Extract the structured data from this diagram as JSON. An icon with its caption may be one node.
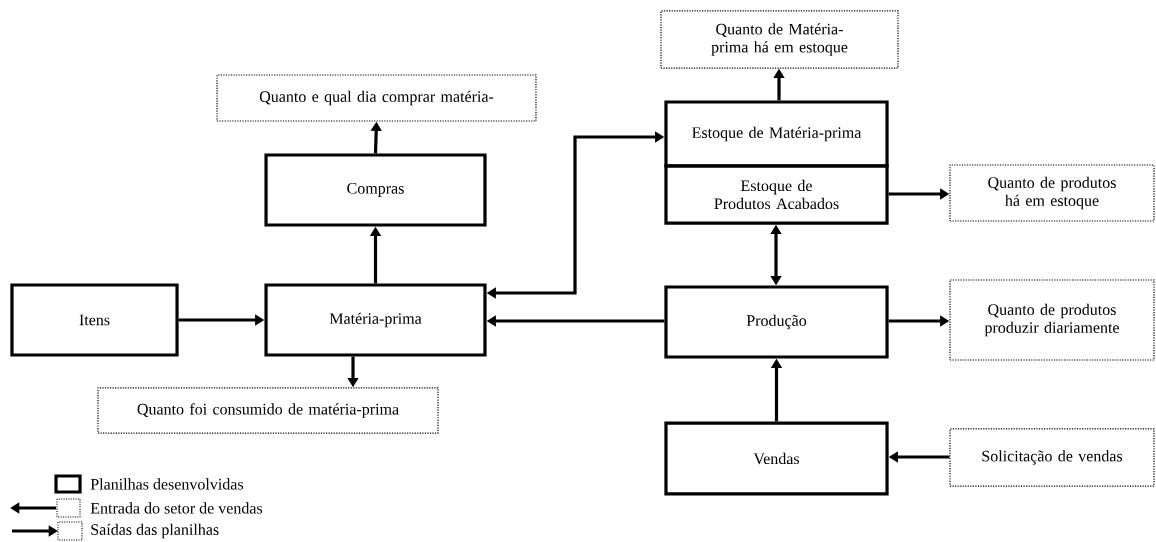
{
  "diagram": {
    "nodes": [
      {
        "text": [
          "Quanto e qual dia comprar matéria-"
        ]
      },
      {
        "text": [
          "Compras"
        ]
      },
      {
        "text": [
          "Itens"
        ]
      },
      {
        "text": [
          "Matéria-prima"
        ]
      },
      {
        "text": [
          "Quanto foi consumido de matéria-prima"
        ]
      },
      {
        "text": [
          "Quanto de Matéria-prima há em estoque"
        ]
      },
      {
        "text": [
          "Estoque de Matéria-prima"
        ]
      },
      {
        "text": [
          "Estoque de Produtos Acabados"
        ]
      },
      {
        "text": [
          "Quanto de produtos há em estoque"
        ]
      },
      {
        "text": [
          "Produção"
        ]
      },
      {
        "text": [
          "Quanto de produtos produzir diariamente"
        ]
      },
      {
        "text": [
          "Vendas"
        ]
      },
      {
        "text": [
          "Solicitação de vendas"
        ]
      }
    ],
    "edges": [
      {
        "from": 1,
        "to": 0,
        "arrow": "to"
      },
      {
        "from": 3,
        "to": 1,
        "arrow": "to"
      },
      {
        "from": 2,
        "to": 3,
        "arrow": "to"
      },
      {
        "from": 3,
        "to": 4,
        "arrow": "to"
      },
      {
        "from": 3,
        "to": 6,
        "arrow": "both"
      },
      {
        "from": 9,
        "to": 3,
        "arrow": "to"
      },
      {
        "from": 6,
        "to": 5,
        "arrow": "to"
      },
      {
        "from": 7,
        "to": 8,
        "arrow": "to"
      },
      {
        "from": 7,
        "to": 9,
        "arrow": "both"
      },
      {
        "from": 9,
        "to": 10,
        "arrow": "to"
      },
      {
        "from": 11,
        "to": 9,
        "arrow": "to"
      },
      {
        "from": 12,
        "to": 11,
        "arrow": "to"
      }
    ],
    "legend": [
      {
        "text": "Planilhas desenvolvidas"
      },
      {
        "text": "Entrada do setor de vendas"
      },
      {
        "text": "Saídas das planilhas"
      }
    ]
  }
}
